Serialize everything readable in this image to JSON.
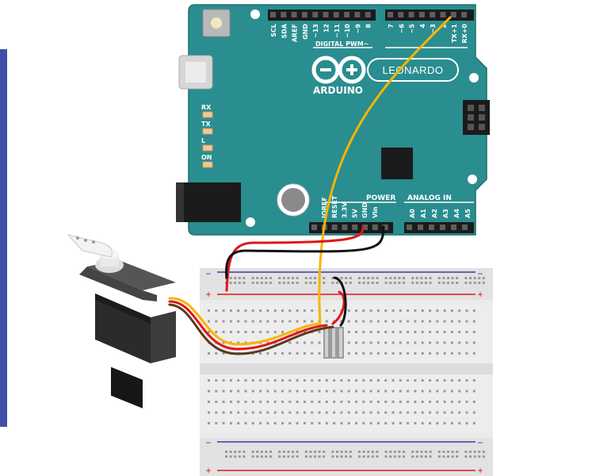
{
  "board": {
    "brand": "ARDUINO",
    "model": "LEONARDO",
    "color": "#2a8d8f",
    "top_header_labels": [
      "SCL",
      "SDA",
      "AREF",
      "GND",
      "~13",
      "12",
      "~11",
      "~10",
      "~9",
      "8"
    ],
    "top_header_labels_right": [
      "7",
      "~6",
      "~5",
      "4",
      "~3",
      "2",
      "TX+1",
      "RX+0"
    ],
    "digital_label": "DIGITAL PWM~",
    "leds": [
      "RX",
      "TX",
      "L",
      "ON"
    ],
    "power_group_label": "POWER",
    "power_labels": [
      "IOREF",
      "RESET",
      "3.3V",
      "5V",
      "GND",
      "Vin"
    ],
    "analog_group_label": "ANALOG IN",
    "analog_labels": [
      "A0",
      "A1",
      "A2",
      "A3",
      "A4",
      "A5"
    ]
  },
  "breadboard": {
    "rail_plus": "+",
    "rail_minus": "−"
  },
  "wires": {
    "signal_color": "#f7b500",
    "power_color": "#e0161a",
    "ground_color": "#111111",
    "servo_ground_color": "#5a3a1a"
  },
  "accent": {
    "side_bar": "#3f4fa8"
  }
}
